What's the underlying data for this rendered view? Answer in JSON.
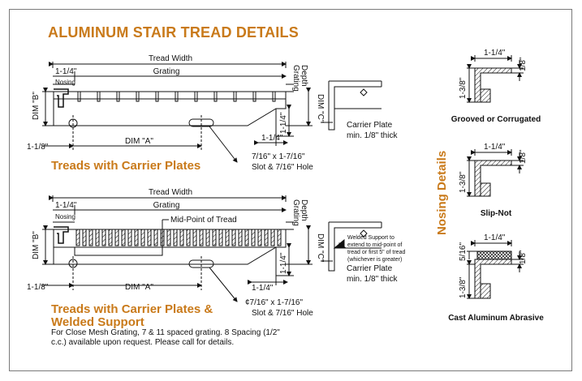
{
  "title": "ALUMINUM STAIR TREAD DETAILS",
  "colors": {
    "accent": "#c97a1a",
    "line": "#111111",
    "frame": "#7a7a7a"
  },
  "top_diagram": {
    "section_title": "Treads with Carrier Plates",
    "tread_width": "Tread Width",
    "nosing_width": "1-1/4\"",
    "nosing": "Nosing",
    "grating": "Grating",
    "grating_depth_1": "Grating",
    "grating_depth_2": "Depth",
    "dim_b": "DIM \"B\"",
    "dim_c": "DIM \"C\"",
    "dim_a": "DIM \"A\"",
    "left_offset": "1-1/8\"",
    "right_vert": "1-1/4\"",
    "right_horiz": "1-1/4\"",
    "slot_line1": "7/16\" x 1-7/16\"",
    "slot_line2": "Slot & 7/16\" Hole",
    "carrier_line1": "Carrier Plate",
    "carrier_line2": "min. 1/8\" thick"
  },
  "bottom_diagram": {
    "section_title_line1": "Treads with Carrier Plates &",
    "section_title_line2": "Welded Support",
    "tread_width": "Tread Width",
    "nosing_width": "1-1/4\"",
    "nosing": "Nosing",
    "grating": "Grating",
    "grating_depth_1": "Grating",
    "grating_depth_2": "Depth",
    "mid_point": "Mid-Point of Tread",
    "dim_b": "DIM \"B\"",
    "dim_c": "DIM \"C\"",
    "dim_a": "DIM \"A\"",
    "left_offset": "1-1/8\"",
    "right_vert": "1-1/4\"",
    "right_horiz": "1-1/4\"",
    "slot_line1": "¢7/16\" x 1-7/16\"",
    "slot_line2": "Slot & 7/16\" Hole",
    "carrier_line1": "Carrier Plate",
    "carrier_line2": "min. 1/8\" thick",
    "welded_line1": "Welded Support to",
    "welded_line2": "extend to mid-point of",
    "welded_line3": "tread or first 5\" of tread",
    "welded_line4": "(whichever is greater)"
  },
  "footnote": "For Close Mesh Grating, 7 & 11 spaced grating. 8 Spacing (1/2\" c.c.) available upon request. Please call for details.",
  "nosing_details": {
    "heading": "Nosing Details",
    "grooved": {
      "width": "1-1/4\"",
      "thick": "1/8\"",
      "height": "1-3/8\"",
      "label": "Grooved or Corrugated"
    },
    "slipnot": {
      "width": "1-1/4\"",
      "thick": "1/8\"",
      "height": "1-3/8\"",
      "label": "Slip-Not"
    },
    "cast": {
      "width": "1-1/4\"",
      "top": "5/16\"",
      "thick": "1/8\"",
      "height": "1-3/8\"",
      "label": "Cast Aluminum Abrasive"
    }
  }
}
